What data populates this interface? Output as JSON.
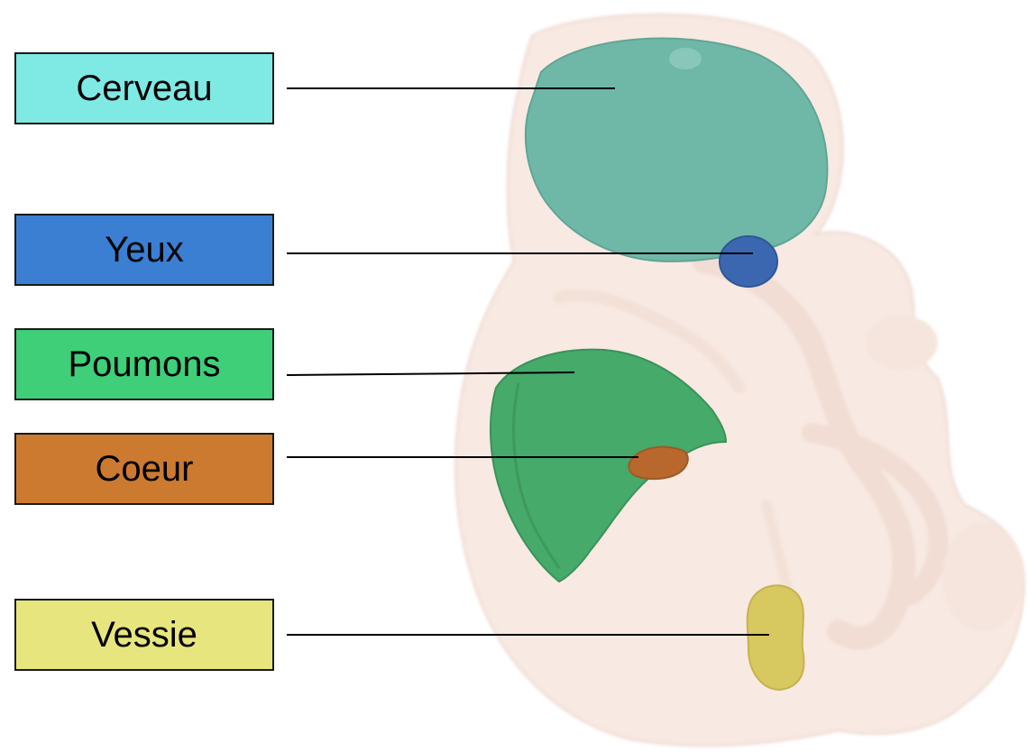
{
  "labels": [
    {
      "key": "cerveau",
      "text": "Cerveau",
      "color": "#7fe9e4"
    },
    {
      "key": "yeux",
      "text": "Yeux",
      "color": "#3a7fd2"
    },
    {
      "key": "poumons",
      "text": "Poumons",
      "color": "#3ecf78"
    },
    {
      "key": "coeur",
      "text": "Coeur",
      "color": "#cc7a30"
    },
    {
      "key": "vessie",
      "text": "Vessie",
      "color": "#e7e57e"
    }
  ],
  "organ_colors": {
    "body": "#f3d8cc",
    "brain": "#6fb8a8",
    "eyes": "#3b67b0",
    "lungs": "#45aa6a",
    "heart": "#b8682c",
    "bladder": "#d8c860"
  }
}
